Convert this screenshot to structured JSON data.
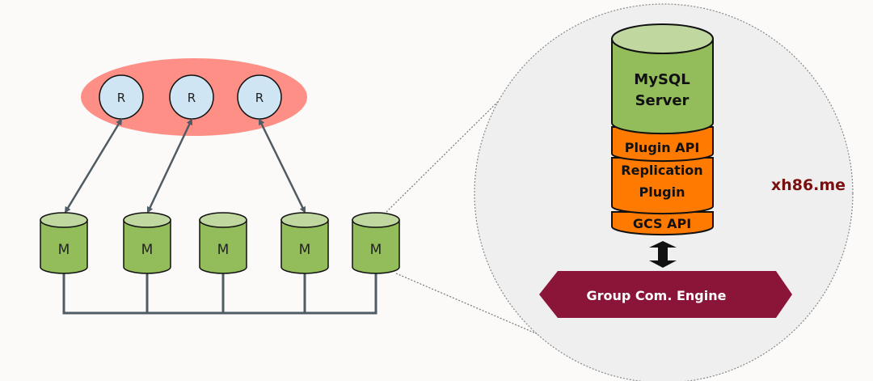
{
  "left_cluster": {
    "replica_label": "R",
    "replicas": [
      "R",
      "R",
      "R"
    ],
    "masters": [
      "M",
      "M",
      "M",
      "M",
      "M"
    ],
    "colors": {
      "replica_group": "#fe8f87",
      "replica_fill": "#cfe5f3",
      "master_fill": "#93bd5b",
      "master_top": "#c0d8a0",
      "connector": "#4f5c63"
    }
  },
  "zoom_detail": {
    "stack": {
      "server": "MySQL\nServer",
      "server_lines": [
        "MySQL",
        "Server"
      ],
      "plugin_api": "Plugin API",
      "replication_plugin_lines": [
        "Replication",
        "Plugin"
      ],
      "gcs_api": "GCS API"
    },
    "engine": "Group Com. Engine",
    "colors": {
      "server": "#93bd5b",
      "layers": "#ff7a00",
      "engine": "#8a1538",
      "circle": "#efefef"
    }
  },
  "watermark": "xh86.me"
}
